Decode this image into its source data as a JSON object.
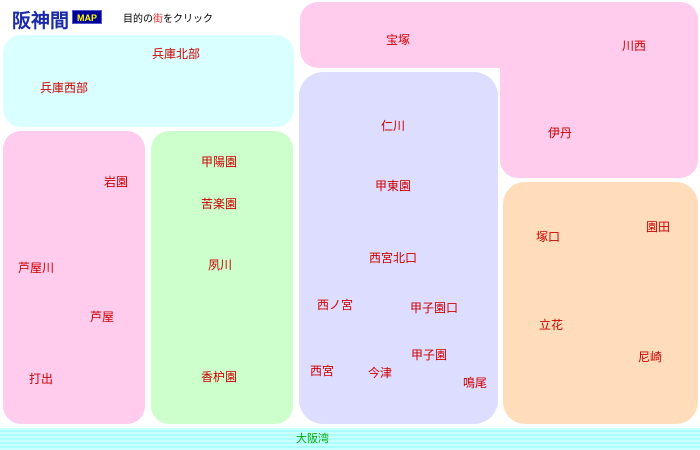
{
  "header": {
    "logo": "阪神間",
    "map_badge": "MAP",
    "instruction_before": "目的の",
    "instruction_accent": "街",
    "instruction_after": "をクリック"
  },
  "sea_label": "大阪湾",
  "regions": {
    "hyogo_north_west": {
      "towns": [
        "兵庫北部",
        "兵庫西部"
      ]
    },
    "takarazuka_itami": {
      "towns": [
        "宝塚",
        "川西",
        "伊丹"
      ]
    },
    "ashiya_area": {
      "towns": [
        "岩園",
        "芦屋川",
        "芦屋",
        "打出"
      ]
    },
    "shukugawa_area": {
      "towns": [
        "甲陽園",
        "苦楽園",
        "夙川",
        "香枦園"
      ]
    },
    "nishinomiya_area": {
      "towns": [
        "仁川",
        "甲東園",
        "西宮北口",
        "西ノ宮",
        "甲子園口",
        "甲子園",
        "西宮",
        "今津",
        "鳴尾"
      ]
    },
    "amagasaki_area": {
      "towns": [
        "塚口",
        "園田",
        "立花",
        "尼崎"
      ]
    }
  }
}
